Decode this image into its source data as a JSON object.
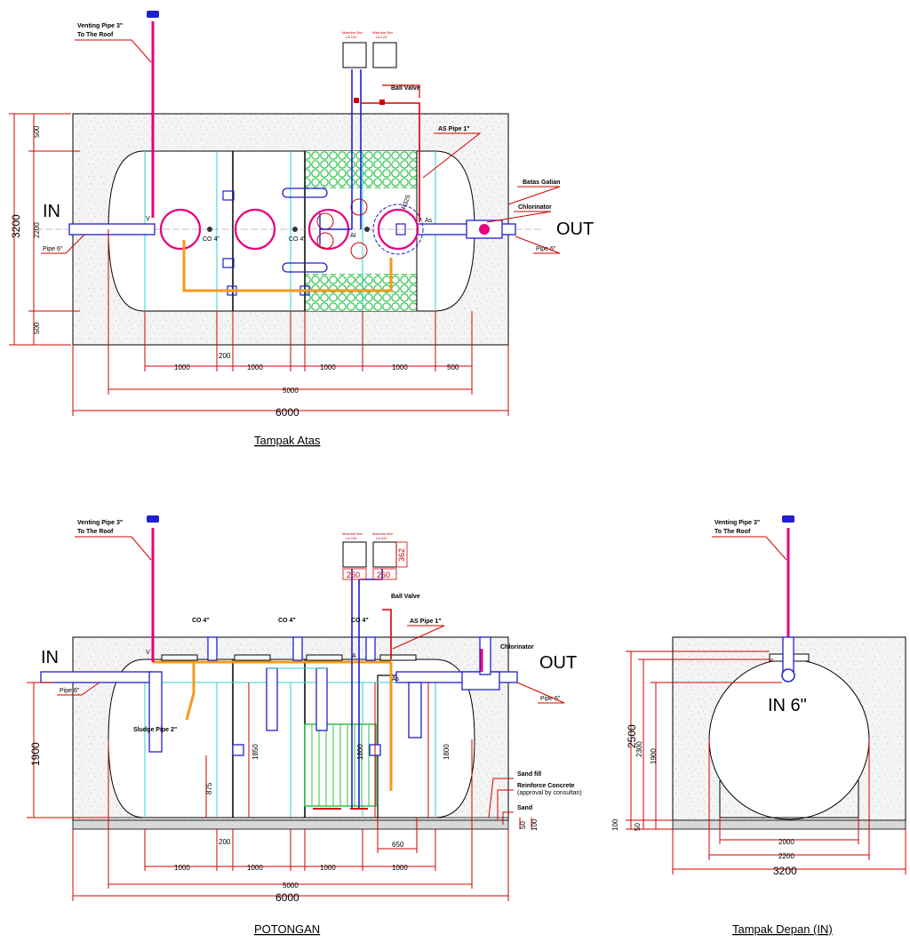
{
  "top_view": {
    "title": "Tampak Atas",
    "in_label": "IN",
    "out_label": "OUT",
    "venting": [
      "Venting Pipe 3\"",
      "To The Roof"
    ],
    "machine_box": [
      "Machine Box",
      "LA 120"
    ],
    "ball_valve": "Ball Valve",
    "as_pipe": "AS Pipe 1\"",
    "batas_galian": "Batas Galian",
    "chlorinator": "Chlorinator",
    "pipe_in": "Pipe 6\"",
    "pipe_out": "Pipe 6\"",
    "co1": "CO 4\"",
    "co2": "CO 4\"",
    "r325": "R325",
    "v": "V",
    "ai": "AI",
    "as": "As",
    "dim_3200": "3200",
    "dim_500a": "500",
    "dim_2200": "2200",
    "dim_500b": "500",
    "dims_row1": [
      "1000",
      "1000",
      "1000",
      "1000",
      "500"
    ],
    "dim_200": "200",
    "dim_5000": "5000",
    "dim_6000": "6000"
  },
  "section_view": {
    "title": "POTONGAN",
    "in_label": "IN",
    "out_label": "OUT",
    "venting": [
      "Venting Pipe 3\"",
      "To The Roof"
    ],
    "machine_box": [
      "Machine Box",
      "LA 120"
    ],
    "ball_valve": "Ball Valve",
    "as_pipe": "AS Pipe 1\"",
    "chlorinator": "Chlorinator",
    "co_labels": [
      "CO 4\"",
      "CO 4\"",
      "CO 4\""
    ],
    "pipe_in": "Pipe 6\"",
    "pipe_out": "Pipe 6\"",
    "sludge_pipe": "Sludge Pipe 2\"",
    "sand_fill": "Sand fill",
    "reinforce": [
      "Reinforce Concrete",
      "(approval by consultan)"
    ],
    "sand": "Sand",
    "dim_260a": "260",
    "dim_260b": "260",
    "dim_362": "362",
    "dim_1900": "1900",
    "dim_875": "875",
    "dim_1850": "1850",
    "dim_1800a": "1800",
    "dim_1800b": "1800",
    "dim_650": "650",
    "dim_200": "200",
    "dim_50": "50",
    "dim_100": "100",
    "dims_row1": [
      "1000",
      "1000",
      "1000",
      "1000"
    ],
    "dim_5000": "5000",
    "dim_6000": "6000",
    "v": "V",
    "ai": "A",
    "as": "As"
  },
  "front_view": {
    "title": "Tampak Depan (IN)",
    "venting": [
      "Venting Pipe 3\"",
      "To The Roof"
    ],
    "in6": "IN 6\"",
    "dim_2500": "2500",
    "dim_2300": "2300",
    "dim_1900": "1900",
    "dim_100": "100",
    "dim_50": "50",
    "dim_2000": "2000",
    "dim_2200": "2200",
    "dim_3200": "3200"
  },
  "colors": {
    "magenta": "#e6007e",
    "blue": "#1f1fd0",
    "cyan": "#2fd0d0",
    "orange": "#f39a1e",
    "green": "#2fc24a",
    "red": "#d40000",
    "concrete": "#f2f2f2"
  }
}
